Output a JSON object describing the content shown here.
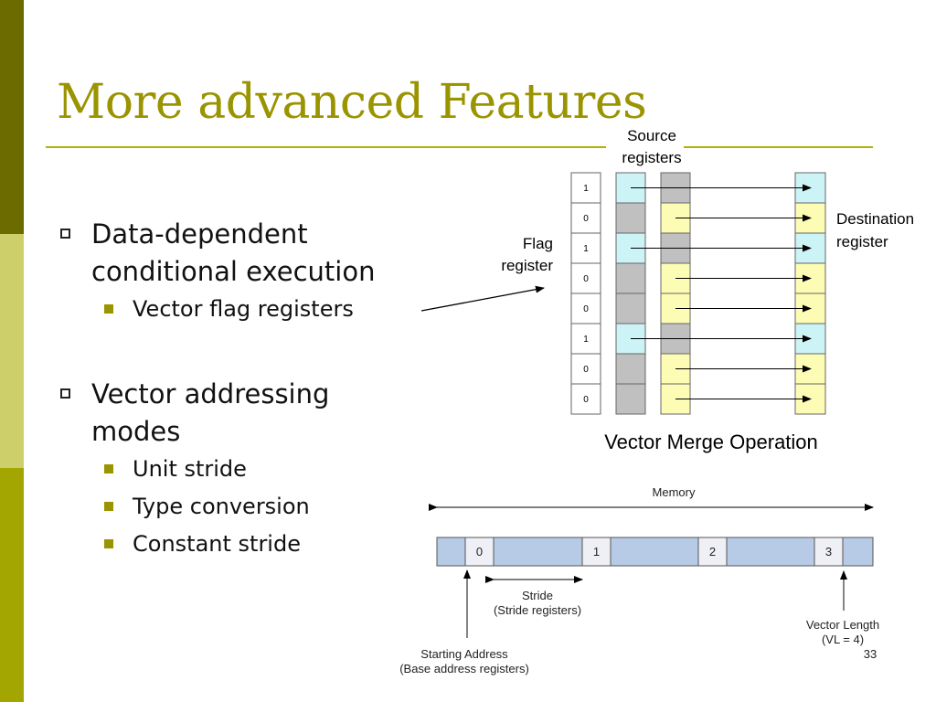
{
  "slide": {
    "title": "More advanced Features",
    "page_number": "33",
    "bullets": [
      {
        "text": "Data-dependent conditional execution",
        "lines": [
          "Data-dependent",
          "conditional execution"
        ],
        "sub": [
          "Vector flag registers"
        ]
      },
      {
        "text": "Vector addressing modes",
        "lines": [
          "Vector addressing",
          "modes"
        ],
        "sub": [
          "Unit stride",
          "Type conversion",
          "Constant stride"
        ]
      }
    ]
  },
  "merge_diagram": {
    "caption": "Vector Merge Operation",
    "source_label": [
      "Source",
      "registers"
    ],
    "flag_label": [
      "Flag",
      "register"
    ],
    "dest_label": [
      "Destination",
      "register"
    ],
    "flags": [
      "1",
      "0",
      "1",
      "0",
      "0",
      "1",
      "0",
      "0"
    ],
    "colors": {
      "cyan": "#ccf3f5",
      "gray": "#c0c0c0",
      "yellow": "#fdfcb4"
    }
  },
  "memory_diagram": {
    "memory_label": "Memory",
    "element_indices": [
      "0",
      "1",
      "2",
      "3"
    ],
    "stride_label": [
      "Stride",
      "(Stride registers)"
    ],
    "start_label": [
      "Starting Address",
      "(Base address registers)"
    ],
    "vl_label": [
      "Vector Length",
      "(VL = 4)"
    ],
    "colors": {
      "fill": "#b8cbe6",
      "element": "#eef0f5"
    }
  }
}
